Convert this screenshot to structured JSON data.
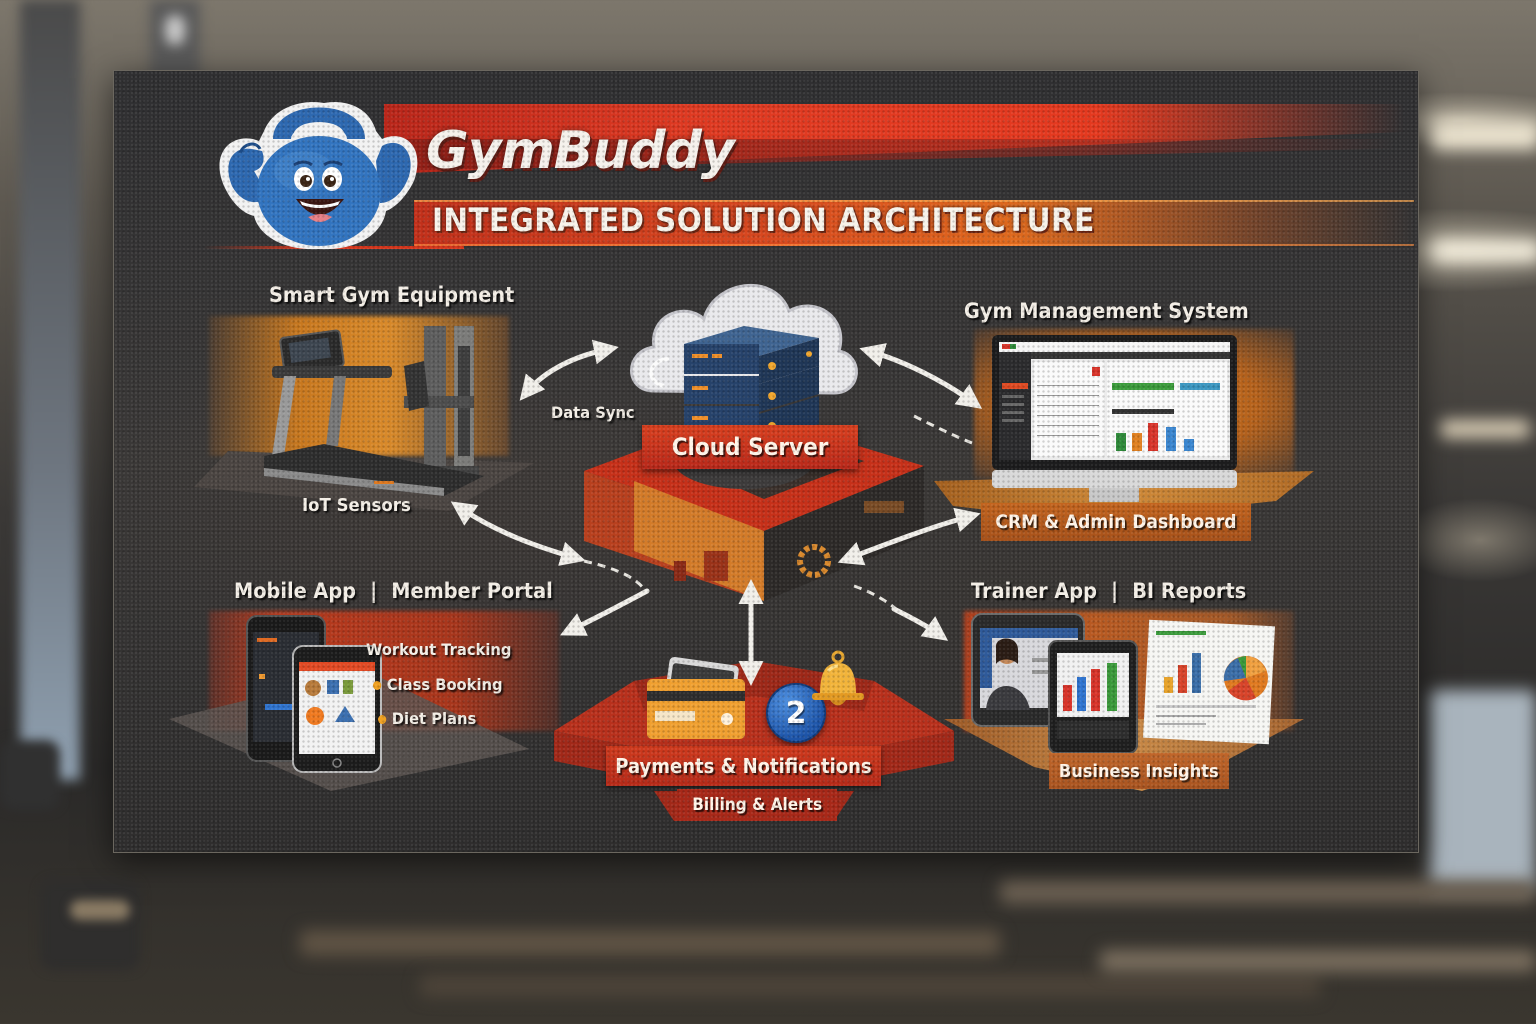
{
  "header": {
    "brand_name": "GymBuddy",
    "subtitle": "INTEGRATED SOLUTION ARCHITECTURE",
    "mascot": "flexing-kettlebell-mascot-icon"
  },
  "center": {
    "label": "Cloud Server",
    "icon": "cloud-server-stack-icon"
  },
  "connectors": {
    "data_sync_label": "Data Sync"
  },
  "sections": {
    "equipment": {
      "title": "Smart Gym Equipment",
      "caption": "IoT Sensors",
      "icon": "treadmill-icon"
    },
    "management": {
      "title": "Gym Management System",
      "caption": "CRM & Admin Dashboard",
      "icon": "monitor-dashboard-icon"
    },
    "mobile": {
      "title_left": "Mobile App",
      "separator": "|",
      "title_right": "Member Portal",
      "features": [
        "Workout Tracking",
        "Class Booking",
        "Diet Plans"
      ],
      "icon": "smartphone-icon"
    },
    "payments": {
      "title": "Payments & Notifications",
      "caption": "Billing & Alerts",
      "badge_count": "2",
      "icons": [
        "credit-card-icon",
        "notification-badge-icon",
        "bell-icon"
      ]
    },
    "trainer": {
      "title_left": "Trainer App",
      "separator": "|",
      "title_right": "BI Reports",
      "caption": "Business Insights",
      "icons": [
        "tablet-trainer-icon",
        "bar-chart-icon",
        "pie-chart-icon"
      ]
    }
  },
  "colors": {
    "board": "#333233",
    "brand_red": "#e0391f",
    "brand_orange": "#e06a1e",
    "mascot_blue": "#2f6db3",
    "label_red": "#c8301d",
    "label_orange": "#c2621f",
    "accent_gold": "#f0a020"
  }
}
